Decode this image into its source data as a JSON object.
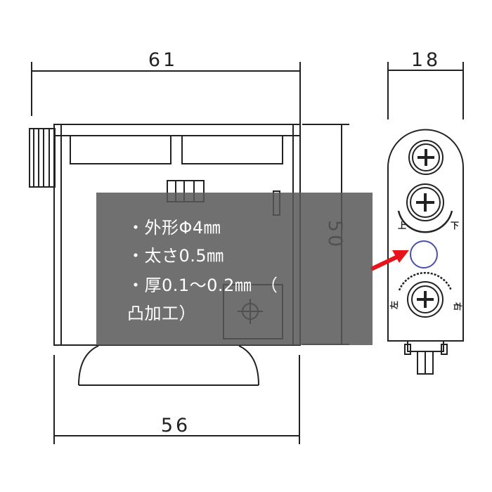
{
  "dimensions": {
    "front_width": "61",
    "bottom_width": "56",
    "height": "50",
    "side_width": "18"
  },
  "adjust_labels": {
    "up": "上",
    "down": "下",
    "left": "左",
    "right": "右"
  },
  "spec_overlay": {
    "lines": [
      "・外形Φ4㎜",
      "・太さ0.5㎜",
      "・厚0.1～0.2㎜　（",
      "凸加工）"
    ]
  },
  "colors": {
    "arrow": "#e8141c",
    "marker_circle": "#4a4fa8",
    "overlay": "#585858"
  }
}
